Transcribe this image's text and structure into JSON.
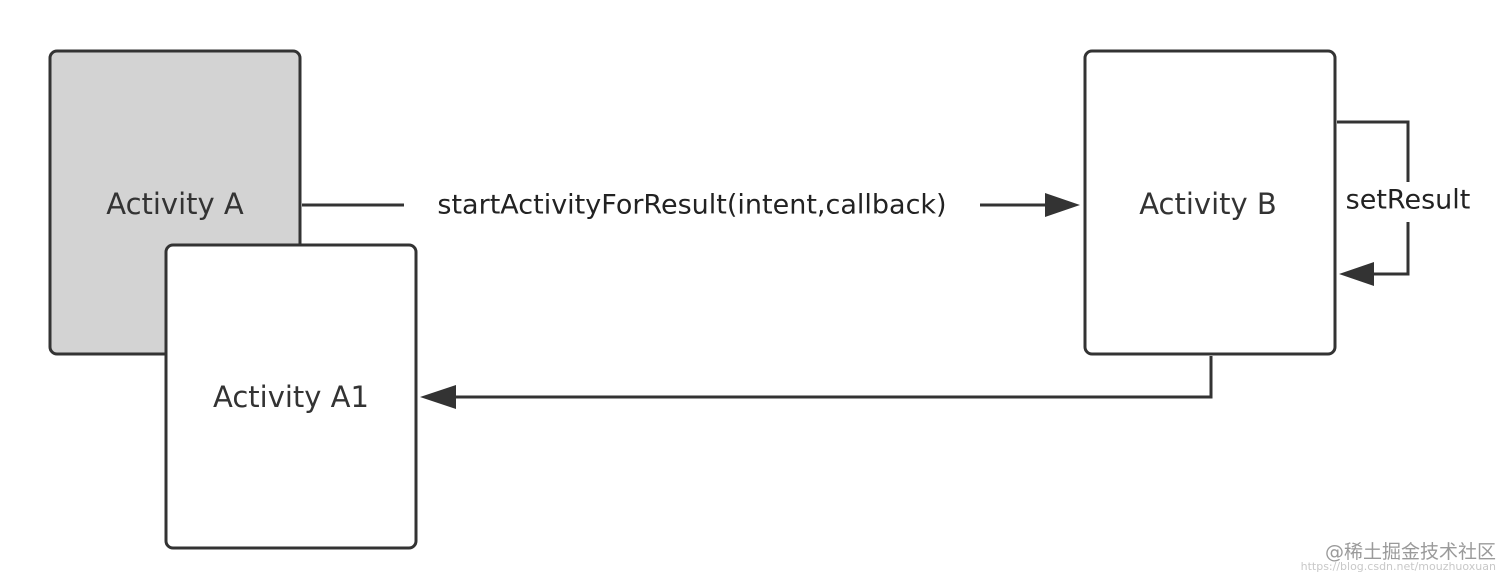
{
  "nodes": {
    "activity_a": {
      "label": "Activity A",
      "fill": "#d3d3d3"
    },
    "activity_a1": {
      "label": "Activity A1",
      "fill": "#ffffff"
    },
    "activity_b": {
      "label": "Activity B",
      "fill": "#ffffff"
    }
  },
  "edges": {
    "start_for_result": {
      "label": "startActivityForResult(intent,callback)"
    },
    "set_result": {
      "label": "setResult"
    },
    "return_to_a1": {
      "label": ""
    }
  },
  "watermark": {
    "main": "@稀土掘金技术社区",
    "sub": "https://blog.csdn.net/mouzhuoxuan"
  }
}
